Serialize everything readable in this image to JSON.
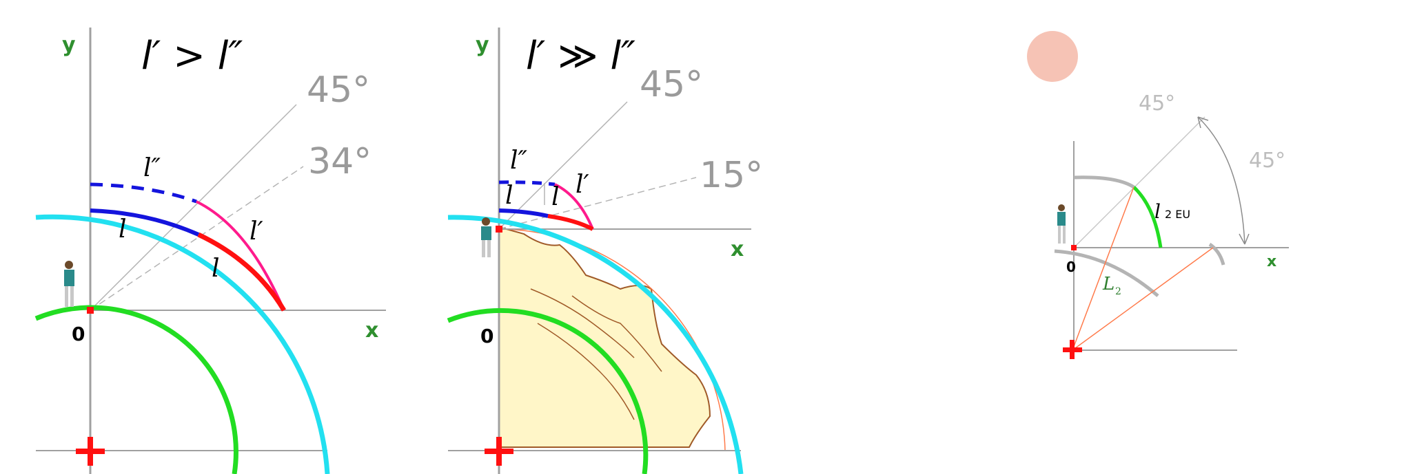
{
  "panel1": {
    "y_label": "y",
    "x_label": "x",
    "origin_label": "0",
    "title": "l′ > l″",
    "angle_a": "45°",
    "angle_b": "34°",
    "arc_l2": "l″",
    "arc_l_left": "l",
    "arc_l1": "l′",
    "arc_l_right": "l"
  },
  "panel2": {
    "y_label": "y",
    "x_label": "x",
    "origin_label": "0",
    "title": "l′ ≫ l″",
    "angle_a": "45°",
    "angle_b": "15°",
    "arc_l2": "l″",
    "arc_l1": "l′",
    "arc_l_a": "l",
    "arc_l_b": "l"
  },
  "panel3": {
    "x_label": "x",
    "origin_label": "0",
    "angle_top": "45°",
    "angle_right": "45°",
    "arc_label": "l",
    "arc_label_sub": "2 EU",
    "curve_label": "L",
    "curve_label_sub": "2"
  },
  "colors": {
    "cyan": "#22e0f0",
    "green": "#22dd22",
    "blue": "#1414dd",
    "red": "#ff1010",
    "magenta": "#ff1a8c",
    "axis": "#a0a0a0",
    "land": "#fff6c8",
    "coast": "#a05a28",
    "sun": "#f5b8a8"
  }
}
